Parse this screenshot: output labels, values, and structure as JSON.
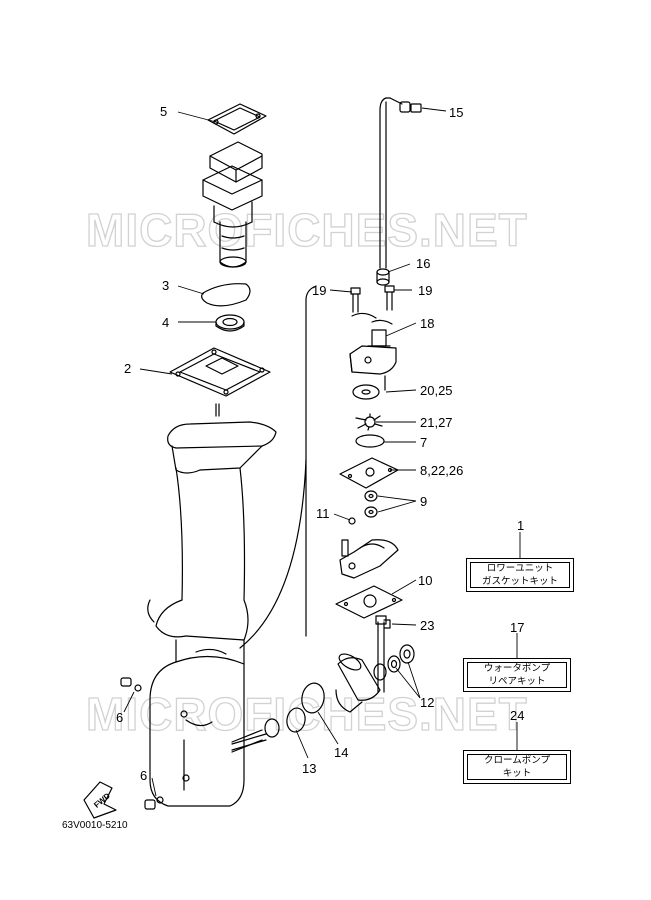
{
  "watermark": "MICROFICHES.NET",
  "diagram_code": "63V0010-5210",
  "fwd_label": "FWD",
  "callouts": {
    "c1": "1",
    "c2": "2",
    "c3": "3",
    "c4": "4",
    "c5": "5",
    "c6a": "6",
    "c6b": "6",
    "c7": "7",
    "c8_22_26": "8,22,26",
    "c9": "9",
    "c10": "10",
    "c11": "11",
    "c12": "12",
    "c13": "13",
    "c14": "14",
    "c15": "15",
    "c16": "16",
    "c17": "17",
    "c18": "18",
    "c19a": "19",
    "c19b": "19",
    "c20_25": "20,25",
    "c21_27": "21,27",
    "c23": "23",
    "c24": "24"
  },
  "kits": {
    "gasket_kit": {
      "line1": "ロワーユニット",
      "line2": "ガスケットキット"
    },
    "water_pump_kit": {
      "line1": "ウォータポンプ",
      "line2": "リペアキット"
    },
    "chrome_pump_kit": {
      "line1": "クロームポンプ",
      "line2": "キット"
    }
  }
}
